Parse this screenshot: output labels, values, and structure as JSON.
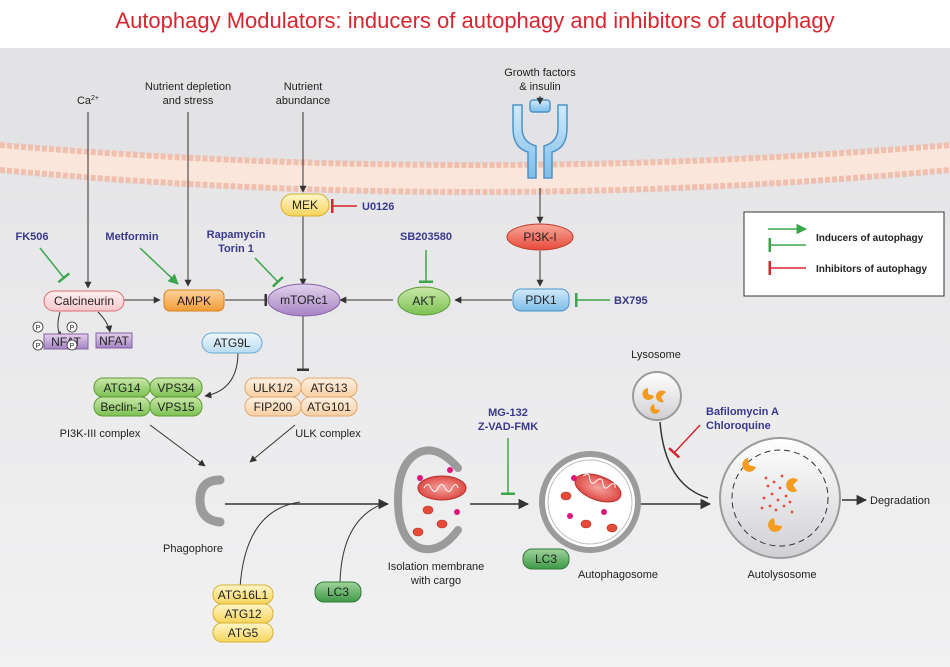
{
  "title": "Autophagy Modulators: inducers of autophagy and inhibitors of autophagy",
  "inputs": {
    "ca": "Ca",
    "ca_sup": "2+",
    "nutrient_depletion_1": "Nutrient depletion",
    "nutrient_depletion_2": "and stress",
    "nutrient_abundance_1": "Nutrient",
    "nutrient_abundance_2": "abundance",
    "growth_factors_1": "Growth factors",
    "growth_factors_2": "& insulin"
  },
  "nodes": {
    "mek": "MEK",
    "pi3k1": "PI3K-I",
    "pdk1": "PDK1",
    "akt": "AKT",
    "mtorc1": "mTORc1",
    "ampk": "AMPK",
    "calcineurin": "Calcineurin",
    "nfat_p": "NFAT",
    "nfat": "NFAT",
    "phospho": "P",
    "atg9l": "ATG9L",
    "atg14": "ATG14",
    "vps34": "VPS34",
    "beclin1": "Beclin-1",
    "vps15": "VPS15",
    "ulk12": "ULK1/2",
    "atg13": "ATG13",
    "fip200": "FIP200",
    "atg101": "ATG101",
    "atg16l1": "ATG16L1",
    "atg12": "ATG12",
    "atg5": "ATG5",
    "lc3_a": "LC3",
    "lc3_b": "LC3"
  },
  "drugs": {
    "fk506": "FK506",
    "metformin": "Metformin",
    "rapamycin": "Rapamycin",
    "torin1": "Torin 1",
    "u0126": "U0126",
    "sb203580": "SB203580",
    "bx795": "BX795",
    "mg132": "MG-132",
    "zvad": "Z-VAD-FMK",
    "bafilomycin": "Bafilomycin A",
    "chloroquine": "Chloroquine"
  },
  "labels": {
    "pi3k3_complex": "PI3K-III complex",
    "ulk_complex": "ULK complex",
    "phagophore": "Phagophore",
    "isolation_1": "Isolation membrane",
    "isolation_2": "with cargo",
    "autophagosome": "Autophagosome",
    "lysosome": "Lysosome",
    "autolysosome": "Autolysosome",
    "degradation": "Degradation"
  },
  "legend": {
    "inducers": "Inducers of autophagy",
    "inhibitors": "Inhibitors of autophagy"
  },
  "colors": {
    "title": "#d7262e",
    "inducer": "#3aa64a",
    "inhibitor": "#d7262e",
    "drug_text": "#3a3a8c"
  }
}
